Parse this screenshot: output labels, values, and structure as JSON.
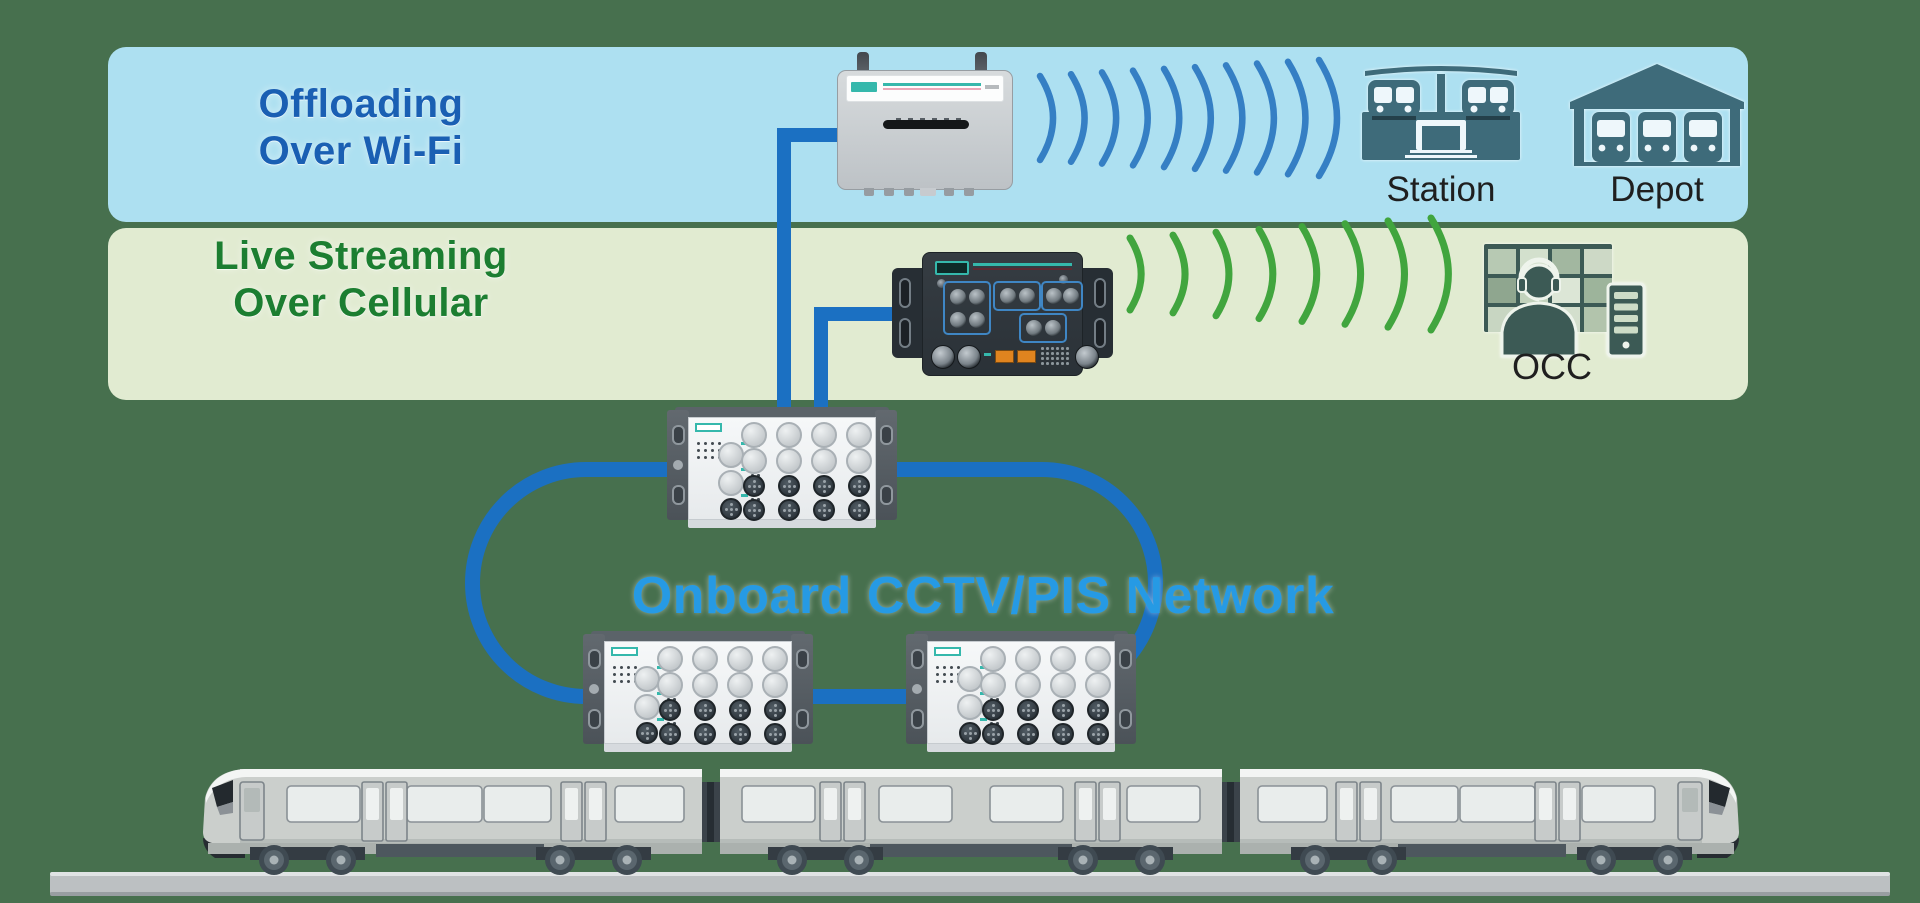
{
  "bands": {
    "wifi": {
      "line1": "Offloading",
      "line2": "Over Wi-Fi"
    },
    "cellular": {
      "line1": "Live Streaming",
      "line2": "Over Cellular"
    }
  },
  "network": {
    "label": "Onboard CCTV/PIS Network"
  },
  "destinations": {
    "station": {
      "label": "Station"
    },
    "depot": {
      "label": "Depot"
    },
    "occ": {
      "label": "OCC"
    }
  },
  "icons": {
    "wifi_waves": "wifi-waves-icon",
    "cellular_waves": "cellular-waves-icon",
    "station": "station-building-icon",
    "depot": "depot-building-icon",
    "occ": "occ-operator-icon",
    "wifi_ap": "wireless-access-point-device",
    "cellular_gateway": "cellular-gateway-device",
    "switch": "onboard-ethernet-switch",
    "train": "metro-train-illustration"
  },
  "colors": {
    "background": "#47704E",
    "wifi_band_bg": "#ade0f1",
    "wifi_band_text": "#1a5fb3",
    "cellular_band_bg": "#e1ebd1",
    "cellular_band_text": "#1c7e31",
    "network_line": "#1b70c2",
    "network_text": "#269ae4",
    "wifi_wave": "#357fc4",
    "cellular_wave": "#41a53e",
    "building_icon": "#3e6b7a",
    "occ_icon": "#3c5a55",
    "label_text": "#1f1f1f",
    "device_teal": "#35b8ac"
  }
}
